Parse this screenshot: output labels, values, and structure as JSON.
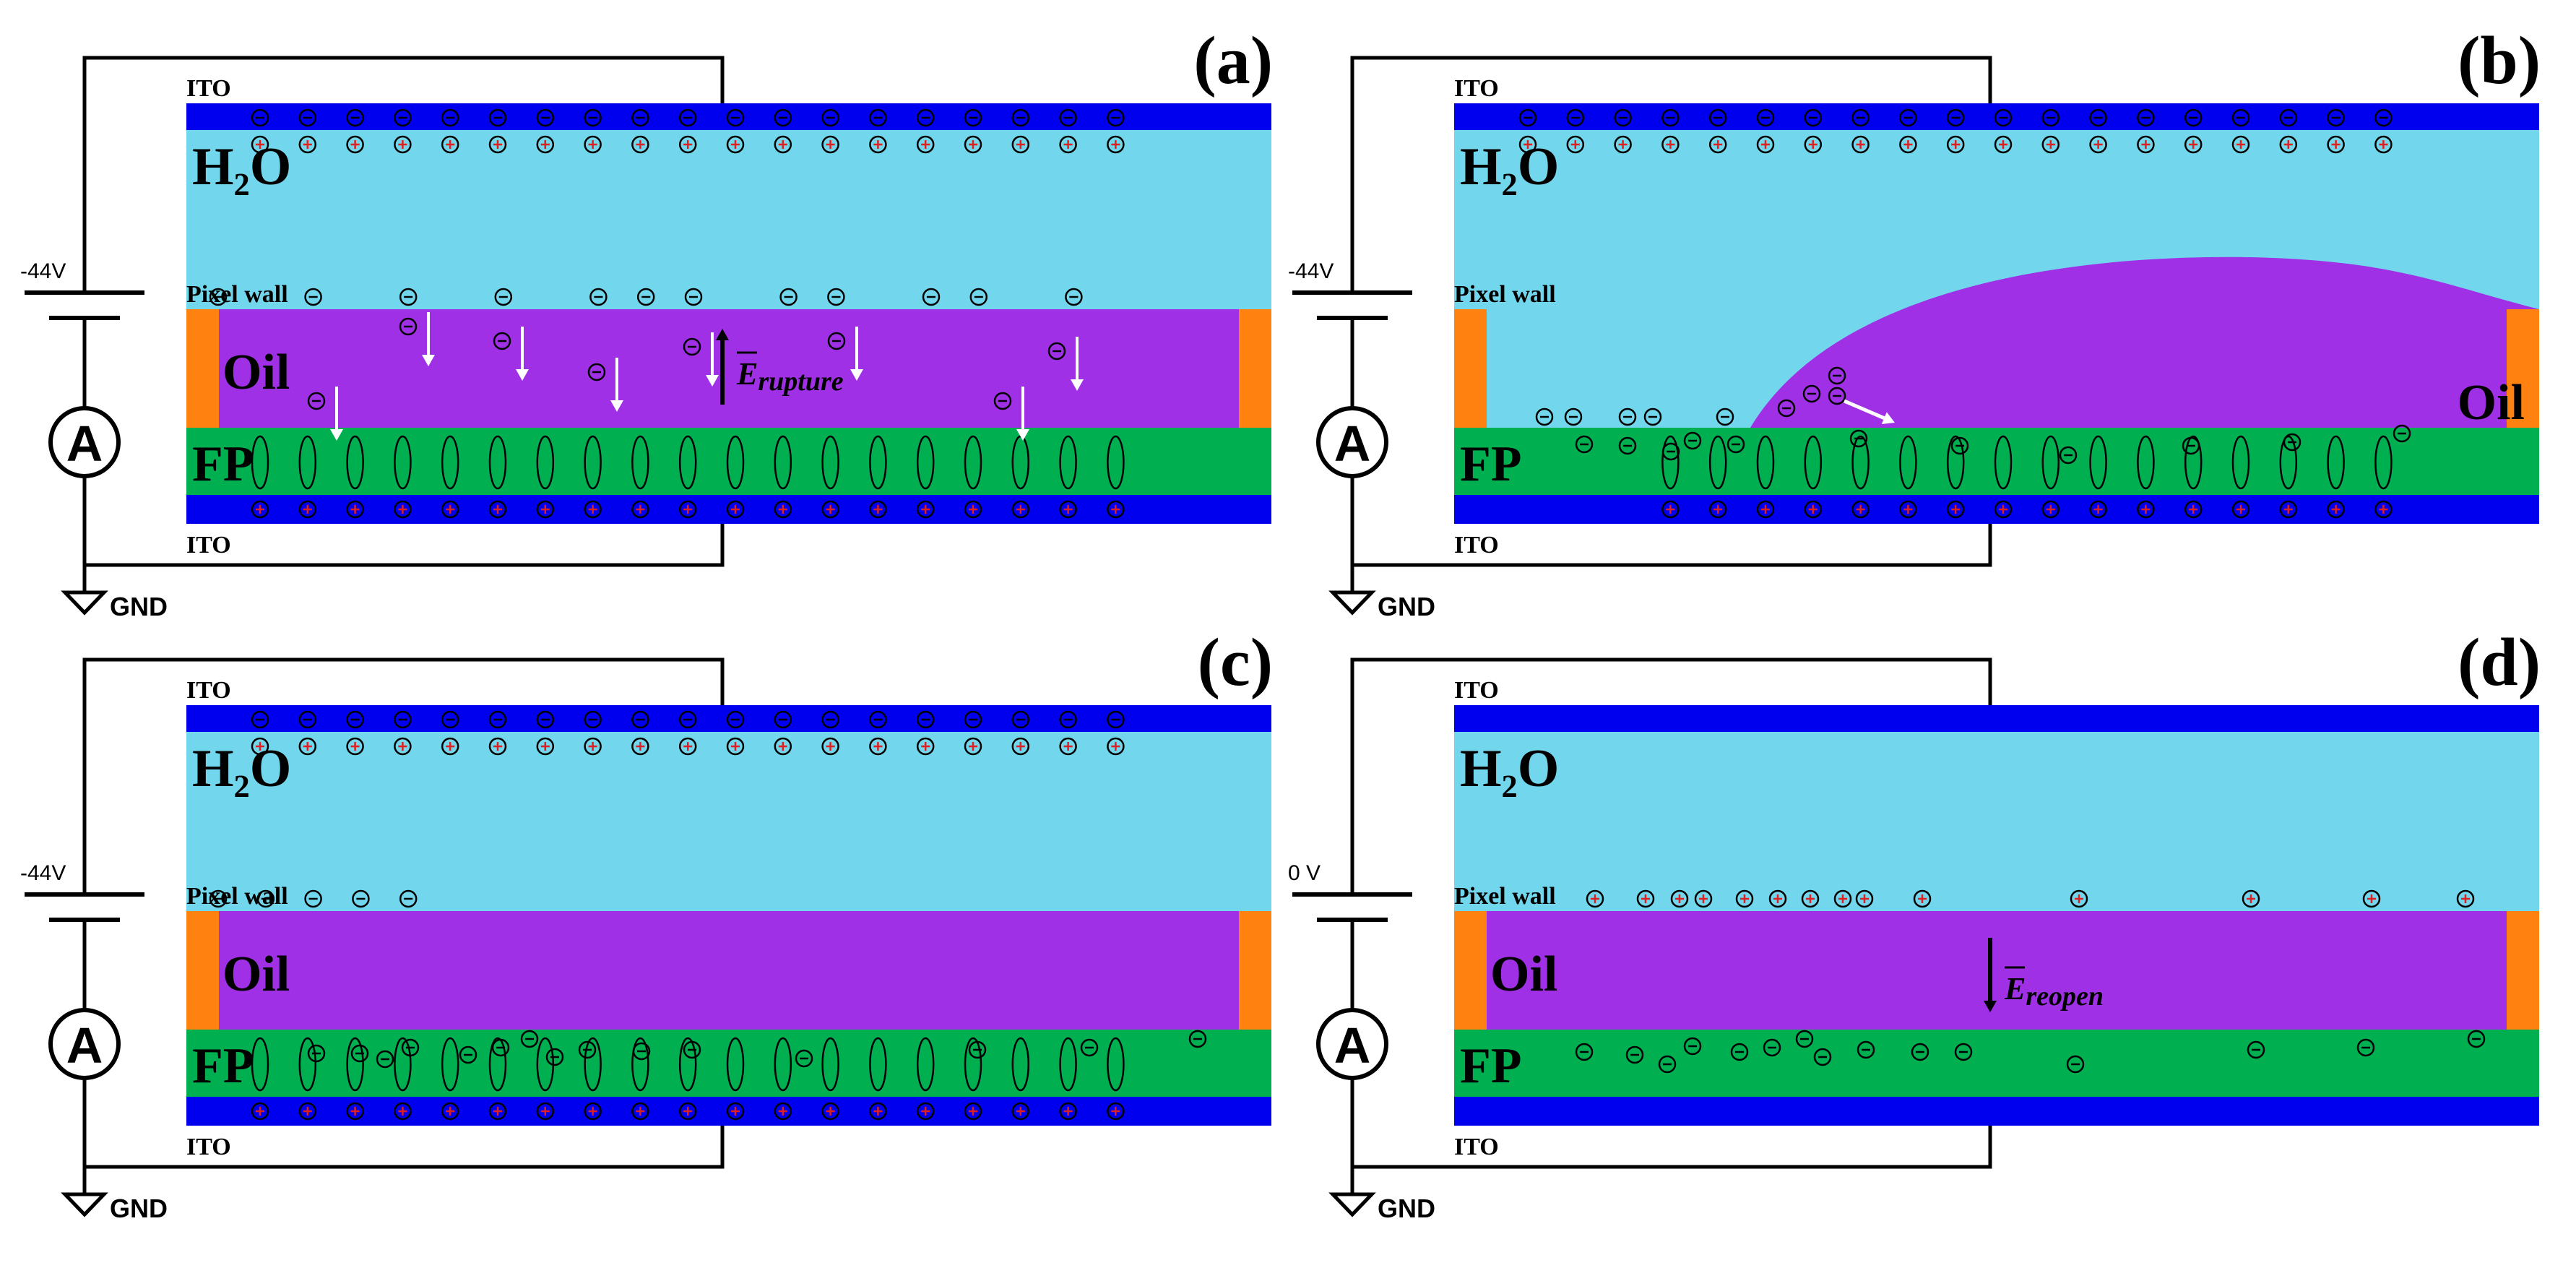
{
  "colors": {
    "ito": "#0000ee",
    "water": "#72d7ec",
    "oil": "#a030e6",
    "fp": "#00b050",
    "wall": "#ff8210",
    "wire": "#000000",
    "positive_mark": "#e02020"
  },
  "panels": [
    {
      "id": "a",
      "label": "(a)",
      "voltage": "-44V",
      "ito_top": "ITO",
      "ito_bottom": "ITO",
      "water": "H₂O",
      "pixel_wall": "Pixel wall",
      "oil": "Oil",
      "fp": "FP",
      "ammeter": "A",
      "ground": "GND",
      "field": "E",
      "field_sub": "rupture",
      "state": "charges-drifting-down"
    },
    {
      "id": "b",
      "label": "(b)",
      "voltage": "-44V",
      "ito_top": "ITO",
      "ito_bottom": "ITO",
      "water": "H₂O",
      "pixel_wall": "Pixel wall",
      "oil": "Oil",
      "fp": "FP",
      "ammeter": "A",
      "ground": "GND",
      "state": "oil-ruptured"
    },
    {
      "id": "c",
      "label": "(c)",
      "voltage": "-44V",
      "ito_top": "ITO",
      "ito_bottom": "ITO",
      "water": "H₂O",
      "pixel_wall": "Pixel wall",
      "oil": "Oil",
      "fp": "FP",
      "ammeter": "A",
      "ground": "GND",
      "state": "charges-trapped"
    },
    {
      "id": "d",
      "label": "(d)",
      "voltage": "0 V",
      "ito_top": "ITO",
      "ito_bottom": "ITO",
      "water": "H₂O",
      "pixel_wall": "Pixel wall",
      "oil": "Oil",
      "fp": "FP",
      "ammeter": "A",
      "ground": "GND",
      "field": "E",
      "field_sub": "reopen",
      "state": "reopening"
    }
  ]
}
